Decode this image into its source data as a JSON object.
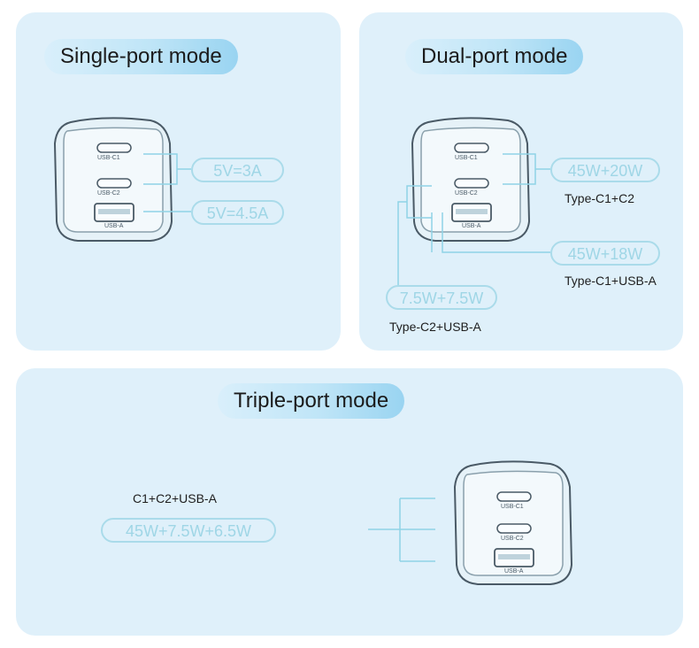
{
  "single": {
    "title": "Single-port mode",
    "pill_c": "5V=3A",
    "pill_a": "5V=4.5A"
  },
  "dual": {
    "title": "Dual-port mode",
    "pill_c1c2": "45W+20W",
    "caption_c1c2": "Type-C1+C2",
    "pill_c1a": "45W+18W",
    "caption_c1a": "Type-C1+USB-A",
    "pill_c2a": "7.5W+7.5W",
    "caption_c2a": "Type-C2+USB-A"
  },
  "triple": {
    "title": "Triple-port mode",
    "caption": "C1+C2+USB-A",
    "pill": "45W+7.5W+6.5W"
  },
  "port_labels": {
    "c1": "USB-C1",
    "c2": "USB-C2",
    "a": "USB-A"
  },
  "colors": {
    "panel": "#dff0fa",
    "accent_line": "#8fd3e6",
    "pill_text": "#9fd6e6"
  }
}
